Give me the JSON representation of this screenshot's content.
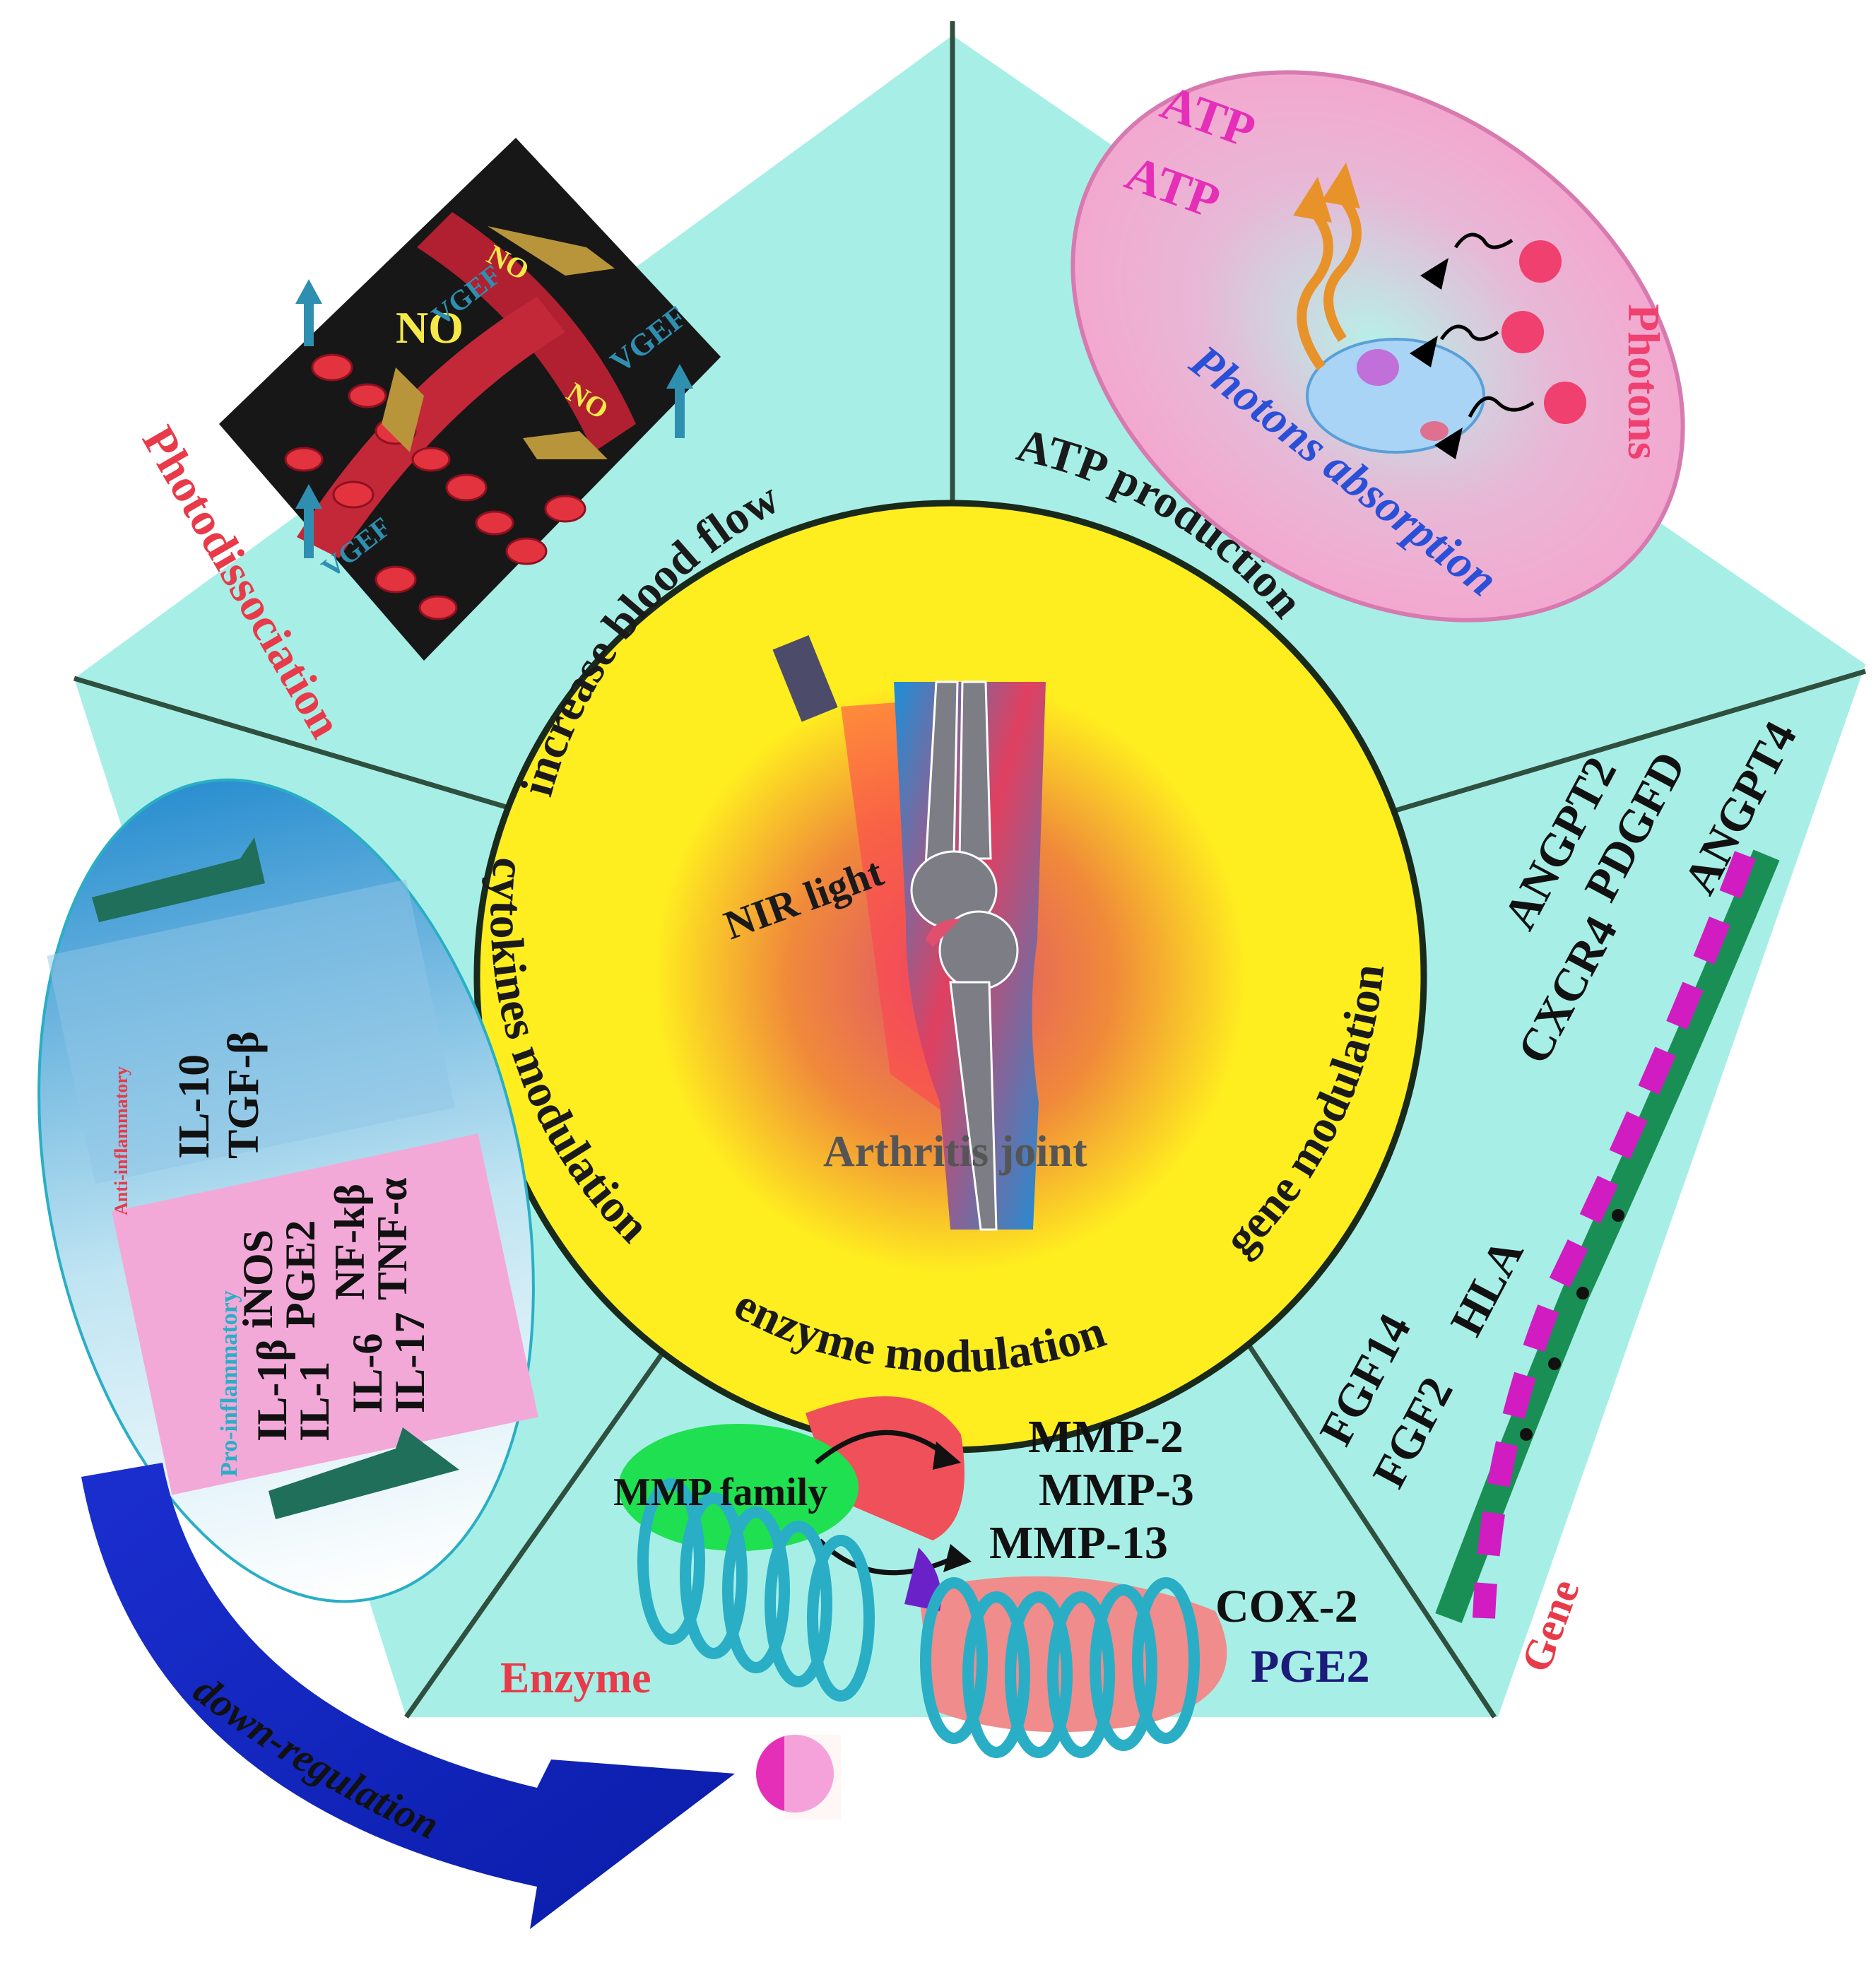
{
  "colors": {
    "pentagon": "#a7efe6",
    "spoke": "#2f4f3f",
    "yellow": "#ffee1f",
    "ring": "#1a2a1a",
    "label_red": "#e83a48",
    "label_pink": "#e62fb8",
    "label_blue": "#2b50d8",
    "vgef_blue": "#2f8fb0",
    "no_yellow": "#f5e94a",
    "navy": "#1c1a7a",
    "down_arrow": "#1530d8"
  },
  "center": {
    "nir_light": "NIR light",
    "joint": "Arthritis joint"
  },
  "sectors": {
    "blood_flow": "increase blood flow",
    "atp": "ATP production",
    "gene": "gene modulation",
    "enzyme": "enzyme modulation",
    "cytokines": "cytokines modulation"
  },
  "blood_panel": {
    "title": "Photodissociation",
    "no_labels": [
      "NO",
      "NO",
      "NO"
    ],
    "vgef_labels": [
      "VGEF",
      "VGEF",
      "VGEF"
    ]
  },
  "atp_panel": {
    "atp_labels": [
      "ATP",
      "ATP"
    ],
    "photons": "Photons",
    "absorption": "Photons absorption"
  },
  "gene_panel": {
    "title": "Gene",
    "genes": [
      "ANGPT2",
      "PDGFD",
      "ANGPT4",
      "CXCR4",
      "HLA",
      "FGF14",
      "FGF2"
    ]
  },
  "enzyme_panel": {
    "title": "Enzyme",
    "mmp_family": "MMP family",
    "mmps": [
      "MMP-2",
      "MMP-3",
      "MMP-13"
    ],
    "cox": "COX-2",
    "pge": "PGE2"
  },
  "cytokine_panel": {
    "anti_label": "Anti-inflammatory",
    "pro_label": "Pro-inflammatory",
    "anti_lines": [
      "IL-10",
      "TGF-β"
    ],
    "pro_columns": [
      [
        "IL-1β",
        "IL-1"
      ],
      [
        "iNOS",
        "PGE2"
      ],
      [
        "IL-6",
        "IL-17"
      ],
      [
        "NF-kβ",
        "TNF-α"
      ]
    ],
    "down_regulation": "down-regulation"
  }
}
